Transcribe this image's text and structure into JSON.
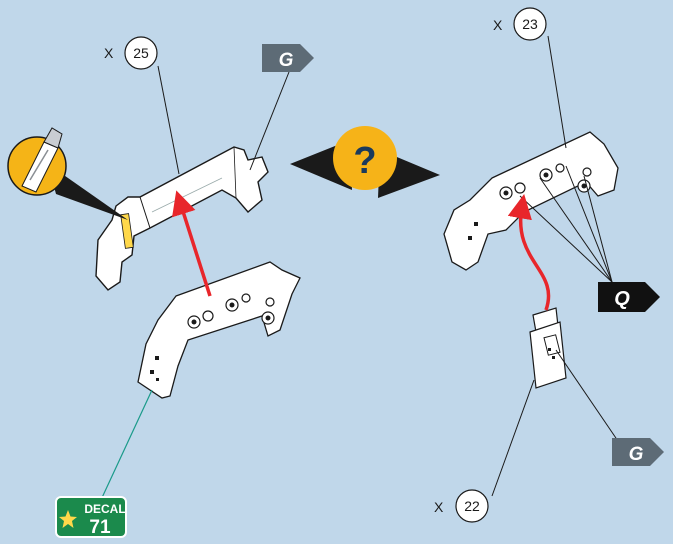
{
  "colors": {
    "background": "#c0d7ea",
    "part_fill": "#ffffff",
    "outline": "#1a1a1a",
    "arrow_red": "#e8262b",
    "question_fill": "#f6b318",
    "decal_green": "#1b8a4c",
    "flag_gray": "#5d6b76",
    "flag_black": "#111111"
  },
  "callouts": {
    "left_part": {
      "prefix": "X",
      "number": "25"
    },
    "right_part": {
      "prefix": "X",
      "number": "23"
    },
    "lower_part": {
      "prefix": "X",
      "number": "22"
    }
  },
  "flags": {
    "left_top": {
      "letter": "G",
      "style": "gray"
    },
    "right_mid": {
      "letter": "Q",
      "style": "black"
    },
    "right_bottom": {
      "letter": "G",
      "style": "gray"
    }
  },
  "decal": {
    "word": "DECAL",
    "number": "71"
  },
  "icons": {
    "cutter": "craft-knife-icon",
    "question": "question-mark-icon",
    "star": "star-icon"
  }
}
